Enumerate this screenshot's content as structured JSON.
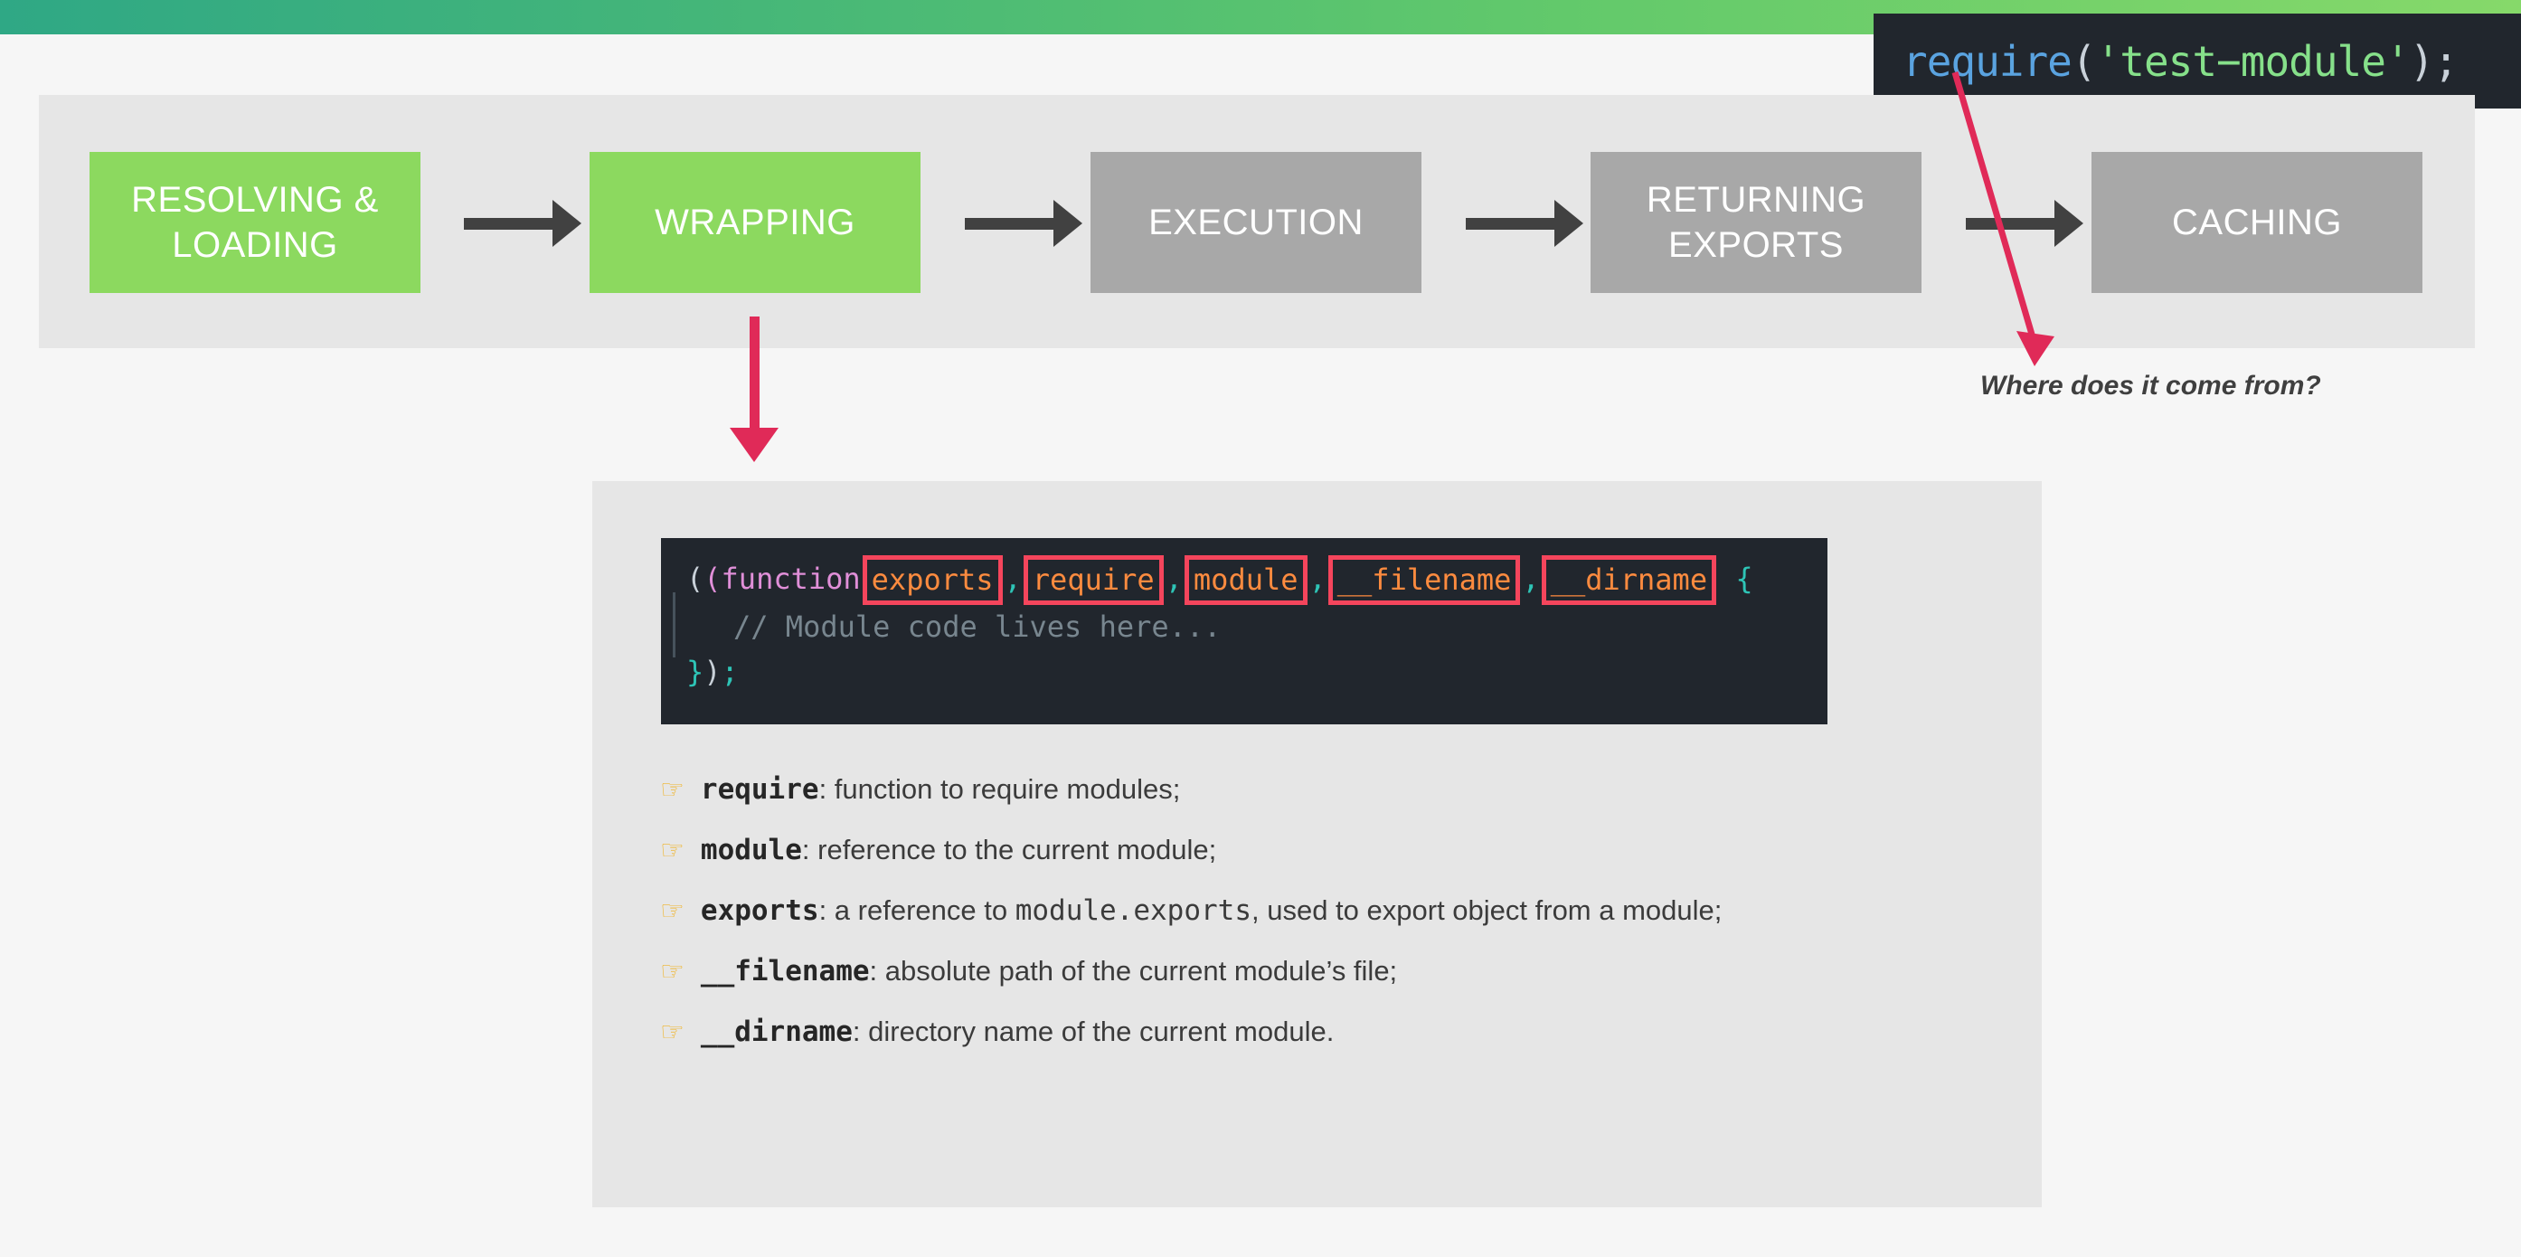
{
  "theme": {
    "page_bg": "#f6f6f6",
    "panel_bg": "#e6e6e6",
    "green": "#8cd95f",
    "gray_box": "#a8a8a8",
    "arrow_gray": "#414141",
    "pink": "#e02a58",
    "code_bg": "#21262d",
    "highlight_red": "#f5455c",
    "param_orange": "#fd8b3f",
    "gradient_start": "#2fa885",
    "gradient_end": "#86d96a"
  },
  "snippet": {
    "name": "require-call-snippet",
    "fn": "require",
    "open_paren": "(",
    "string": "'test−module'",
    "close": ");"
  },
  "annotation": {
    "caption": "Where does it come from?"
  },
  "pipeline": {
    "steps": [
      {
        "label": "RESOLVING & LOADING",
        "state": "active"
      },
      {
        "label": "WRAPPING",
        "state": "active"
      },
      {
        "label": "EXECUTION",
        "state": "inactive"
      },
      {
        "label": "RETURNING EXPORTS",
        "state": "inactive"
      },
      {
        "label": "CACHING",
        "state": "inactive"
      }
    ],
    "arrow_glyph": "→"
  },
  "code": {
    "line1_open": "(function",
    "params": [
      "exports",
      "require",
      "module",
      "__filename",
      "__dirname"
    ],
    "separators": [
      ",",
      ",",
      ",",
      ","
    ],
    "line1_brace": "{",
    "line2_comment": "// Module code lives here...",
    "line3_close_brace": "}",
    "line3_close_paren": ")",
    "line3_semicolon": ";"
  },
  "bullets": {
    "hand_glyph": "☞",
    "items": [
      {
        "term": "require",
        "sep": ": ",
        "desc": "function to require modules;",
        "code_inline": ""
      },
      {
        "term": "module",
        "sep": ": ",
        "desc": "reference to the current module;",
        "code_inline": ""
      },
      {
        "term": "exports",
        "sep": ": ",
        "desc_pre": "a reference to ",
        "code_inline": "module.exports",
        "desc_post": ", used to export object from a module;"
      },
      {
        "term": "__filename",
        "sep": ": ",
        "desc": "absolute path of the current module’s file;",
        "code_inline": ""
      },
      {
        "term": "__dirname",
        "sep": ": ",
        "desc": "directory name of the current module.",
        "code_inline": ""
      }
    ]
  }
}
